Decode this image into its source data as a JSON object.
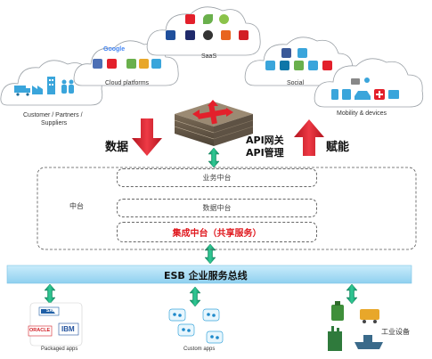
{
  "clouds": {
    "saas": "SaaS",
    "cloud_platforms": "Cloud platforms",
    "customer": "Customer / Partners /",
    "suppliers": "Suppliers",
    "social": "Social",
    "mobility": "Mobility & devices"
  },
  "logos": {
    "google": "Google",
    "oracle": "ORACLE",
    "ibm": "IBM",
    "sap": "SAP"
  },
  "gateway": {
    "data_label": "数据",
    "api_gateway": "API网关",
    "api_mgmt": "API管理",
    "enable_label": "赋能"
  },
  "platform": {
    "zhongtai": "中台",
    "business": "业务中台",
    "data": "数据中台",
    "integration": "集成中台（共享服务）"
  },
  "esb": {
    "label": "ESB 企业服务总线"
  },
  "bottom": {
    "packaged": "Packaged apps",
    "custom": "Custom apps",
    "industrial": "工业设备"
  },
  "colors": {
    "red_arrow": "#d4202c",
    "green_arrow": "#19a979",
    "esb_bar": "#a8dcf5",
    "integration_text": "#e0191f"
  }
}
